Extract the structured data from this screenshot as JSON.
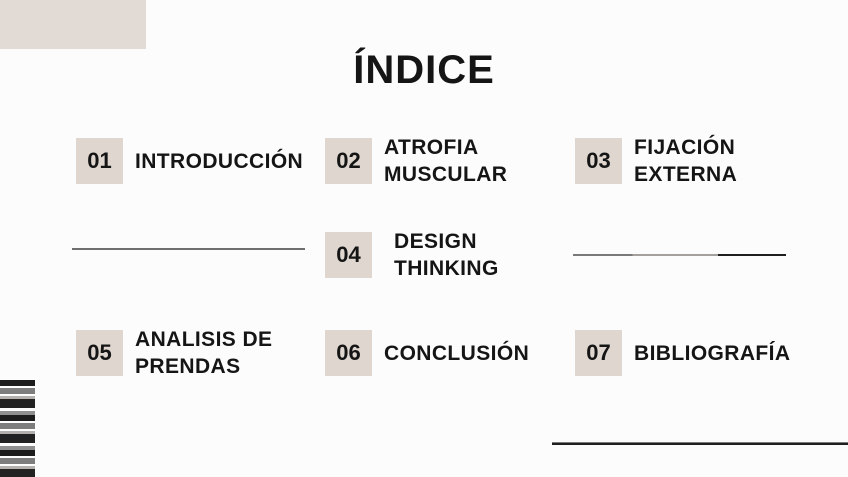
{
  "slide": {
    "title": "ÍNDICE",
    "items": [
      {
        "number": "01",
        "label": "INTRODUCCIÓN"
      },
      {
        "number": "02",
        "label": "ATROFIA\nMUSCULAR"
      },
      {
        "number": "03",
        "label": "FIJACIÓN\nEXTERNA"
      },
      {
        "number": "04",
        "label": "DESIGN\nTHINKING"
      },
      {
        "number": "05",
        "label": "ANALISIS DE\nPRENDAS"
      },
      {
        "number": "06",
        "label": "CONCLUSIÓN"
      },
      {
        "number": "07",
        "label": "BIBLIOGRAFÍA"
      }
    ]
  },
  "colors": {
    "background": "#fcfcfc",
    "accent_beige": "#ded6cf",
    "corner_beige": "#e2dbd5",
    "text": "#151515",
    "line_gray": "#6e6e6e",
    "line_dark": "#1f1f1f"
  }
}
